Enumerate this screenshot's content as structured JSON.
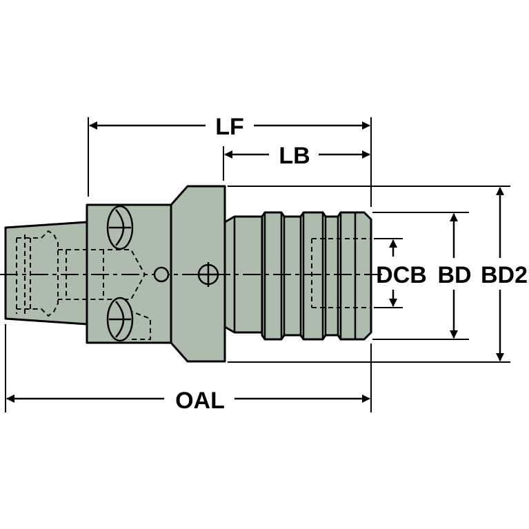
{
  "labels": {
    "lf": "LF",
    "lb": "LB",
    "oal": "OAL",
    "dcb": "DCB",
    "bd": "BD",
    "bd2": "BD2"
  },
  "colors": {
    "body_fill": "#aebcae",
    "outline": "#000000",
    "background": "#ffffff"
  }
}
